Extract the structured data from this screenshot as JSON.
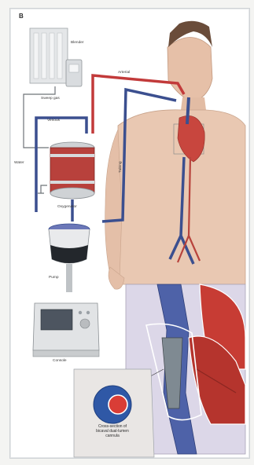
{
  "figure": {
    "panel_letter": "B",
    "labels": {
      "blender": "Blender",
      "sweep_gas": "Sweep gas",
      "arterial": "Arterial",
      "venous": "Venous",
      "tubing": "Tubing",
      "water": "Water",
      "oxygenator": "Oxygenator",
      "pump": "Pump",
      "console": "Console",
      "cross_section": "Cross-section of bicaval dual-lumen cannula"
    },
    "colors": {
      "arterial_red": "#c23a3a",
      "venous_blue": "#3b4f8f",
      "skin": "#e9c8b2",
      "inset_bg": "#dcd7e8"
    }
  }
}
